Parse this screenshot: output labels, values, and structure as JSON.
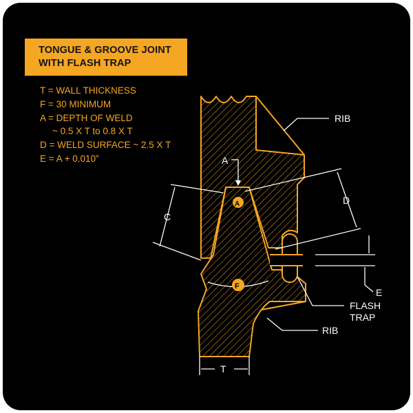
{
  "title": {
    "line1": "TONGUE & GROOVE JOINT",
    "line2": "WITH FLASH TRAP"
  },
  "legend": [
    "T = WALL THICKNESS",
    "F = 30 MINIMUM",
    "A = DEPTH OF WELD",
    "~ 0.5 X T to 0.8 X T",
    "D = WELD SURFACE ~ 2.5 X T",
    "E = A + 0.010”"
  ],
  "labels": {
    "rib_top": "RIB",
    "rib_bottom": "RIB",
    "a": "A",
    "a_marker": "A",
    "c": "C",
    "d": "D",
    "e": "E",
    "f_marker": "F",
    "t": "T",
    "flash_line1": "FLASH",
    "flash_line2": "TRAP"
  },
  "colors": {
    "accent": "#f5a623",
    "background": "#000000",
    "label_text": "#ffffff"
  }
}
